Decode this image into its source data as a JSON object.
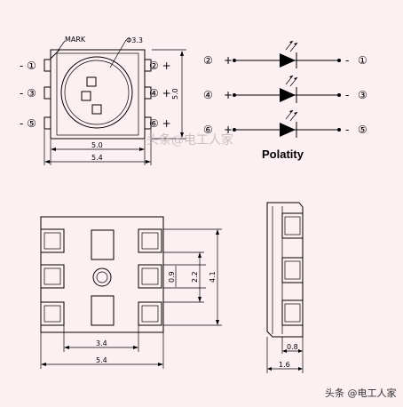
{
  "top_view": {
    "mark_label": "MARK",
    "lens_label": "Φ3.3",
    "left_pins": [
      "- ①",
      "- ③",
      "- ⑤"
    ],
    "right_pins": [
      "② +",
      "④ +",
      "⑥ +"
    ],
    "dim_inner_width": "5.0",
    "dim_outer_width": "5.4",
    "dim_height": "5.0"
  },
  "polarity": {
    "title": "Polatity",
    "rows": [
      {
        "anode": "②",
        "anode_sign": "+",
        "cathode_sign": "-",
        "cathode": "①"
      },
      {
        "anode": "④",
        "anode_sign": "+",
        "cathode_sign": "-",
        "cathode": "③"
      },
      {
        "anode": "⑥",
        "anode_sign": "+",
        "cathode_sign": "-",
        "cathode": "⑤"
      }
    ]
  },
  "bottom_view": {
    "dim_pad_height": "0.9",
    "dim_pad_pitch": "2.2",
    "dim_pad_span": "4.1",
    "dim_pad_inner": "3.4",
    "dim_width": "5.4"
  },
  "side_view": {
    "dim_lead": "0.8",
    "dim_thickness": "1.6"
  },
  "watermark": {
    "center": "头条@电工人家",
    "corner": "头条 @电工人家"
  }
}
